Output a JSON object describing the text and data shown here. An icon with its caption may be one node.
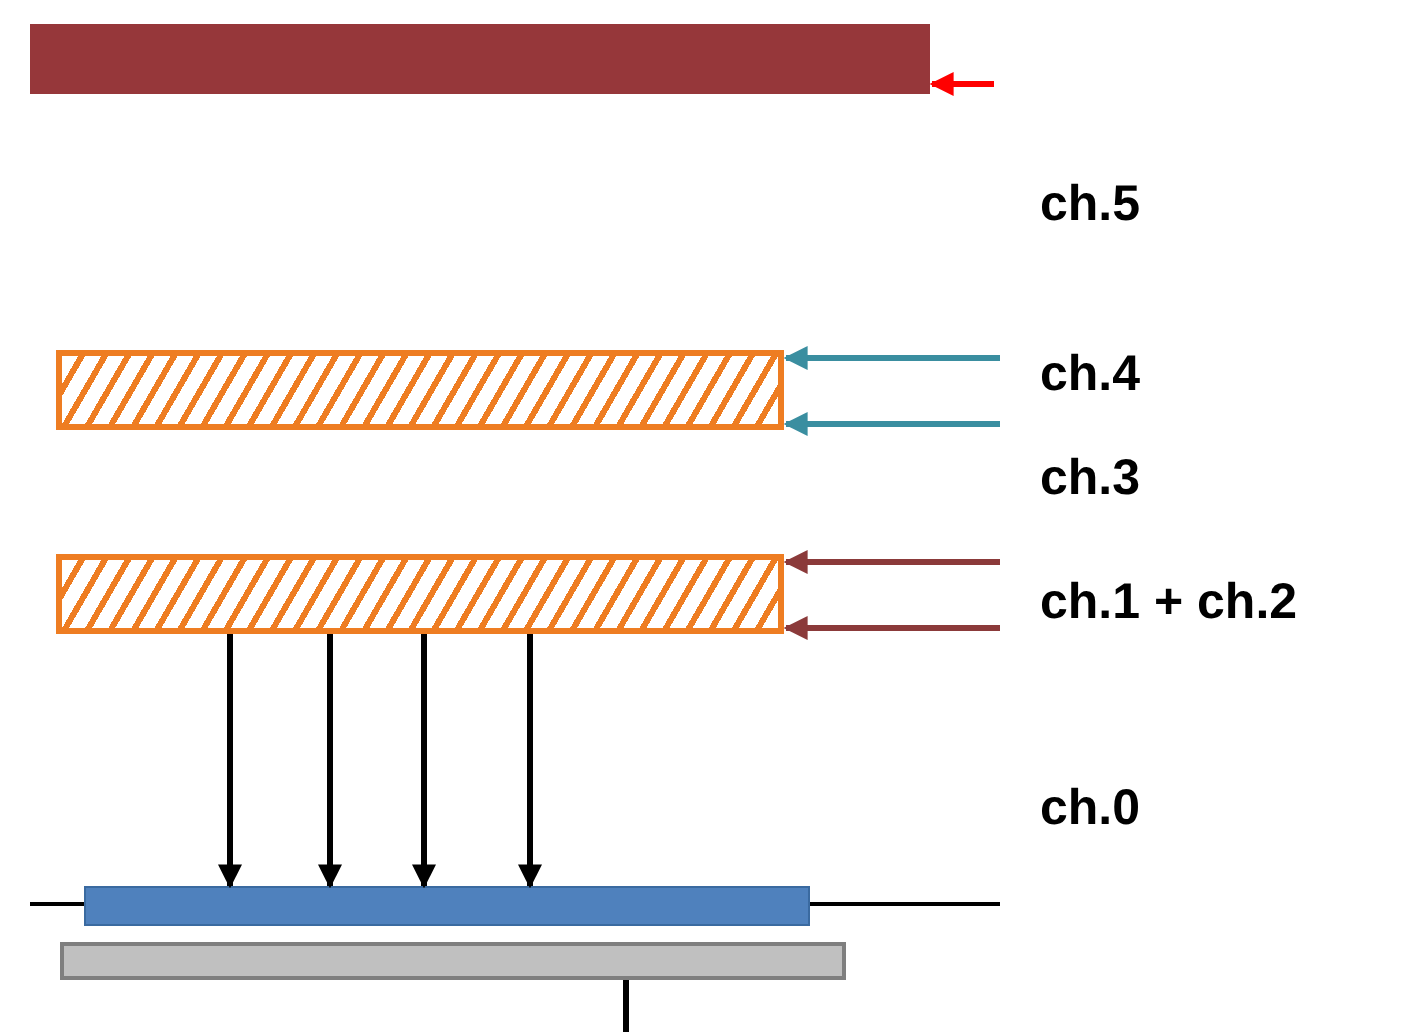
{
  "diagram": {
    "nodes": [
      {
        "text": [],
        "shape": "bar"
      },
      {
        "text": [],
        "shape": "bar"
      },
      {
        "text": [],
        "shape": "bar"
      },
      {
        "text": [],
        "shape": "bar"
      },
      {
        "text": [],
        "shape": "bar"
      }
    ],
    "edges": [
      {
        "from": null,
        "to": 0,
        "arrow": "to",
        "color": "#ff0000"
      },
      {
        "from": null,
        "to": 1,
        "arrow": "to",
        "color": "#3a8ea0"
      },
      {
        "from": null,
        "to": 1,
        "arrow": "to",
        "color": "#3a8ea0"
      },
      {
        "from": null,
        "to": 2,
        "arrow": "to",
        "color": "#8b3a3a"
      },
      {
        "from": null,
        "to": 2,
        "arrow": "to",
        "color": "#8b3a3a"
      },
      {
        "from": 2,
        "to": 3,
        "arrow": "to"
      },
      {
        "from": 2,
        "to": 3,
        "arrow": "to"
      },
      {
        "from": 2,
        "to": 3,
        "arrow": "to"
      },
      {
        "from": 2,
        "to": 3,
        "arrow": "to"
      }
    ],
    "labels": [
      "ch.5",
      "ch.4",
      "ch.3",
      "ch.1 + ch.2",
      "ch.0"
    ]
  }
}
